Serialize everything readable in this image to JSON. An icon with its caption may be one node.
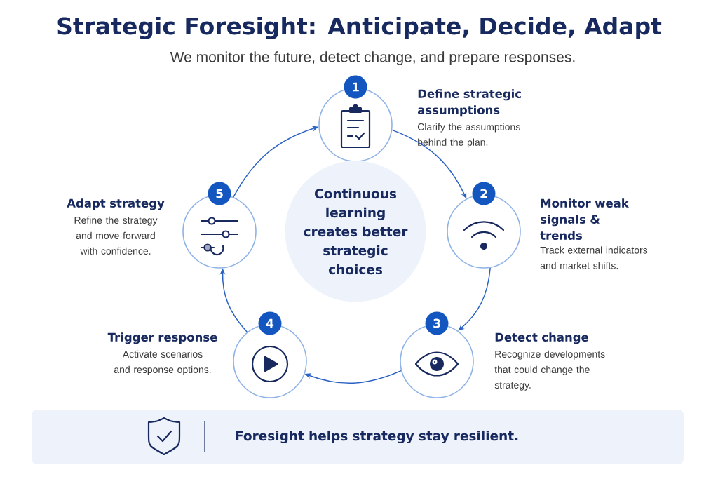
{
  "diagram": {
    "title": "Strategic Foresight: Anticipate, Decide, Adapt",
    "caption": "We monitor the future, detect change, and prepare responses.",
    "nodes": [
      {
        "text": [
          "1"
        ],
        "beside": [
          "Define strategic assumptions",
          "Clarify the assumptions behind the plan."
        ]
      },
      {
        "text": [
          "2"
        ],
        "beside": [
          "Monitor weak signals & trends",
          "Track external indicators and market shifts."
        ]
      },
      {
        "text": [
          "3"
        ],
        "beside": [
          "Detect change",
          "Recognize developments that could change the strategy."
        ]
      },
      {
        "text": [
          "4"
        ],
        "beside": [
          "Trigger response",
          "Activate scenarios and response options."
        ]
      },
      {
        "text": [
          "5"
        ],
        "beside": [
          "Adapt strategy",
          "Refine the strategy and move forward with confidence."
        ]
      },
      {
        "text": [
          "Continuous learning creates better strategic choices"
        ]
      },
      {
        "text": [
          "Foresight helps strategy stay resilient."
        ]
      }
    ],
    "edges": [
      {
        "from": 0,
        "to": 1,
        "arrow": "to"
      },
      {
        "from": 1,
        "to": 2,
        "arrow": "to"
      },
      {
        "from": 2,
        "to": 3,
        "arrow": "to"
      },
      {
        "from": 3,
        "to": 4,
        "arrow": "to"
      },
      {
        "from": 4,
        "to": 0,
        "arrow": "to"
      }
    ]
  }
}
